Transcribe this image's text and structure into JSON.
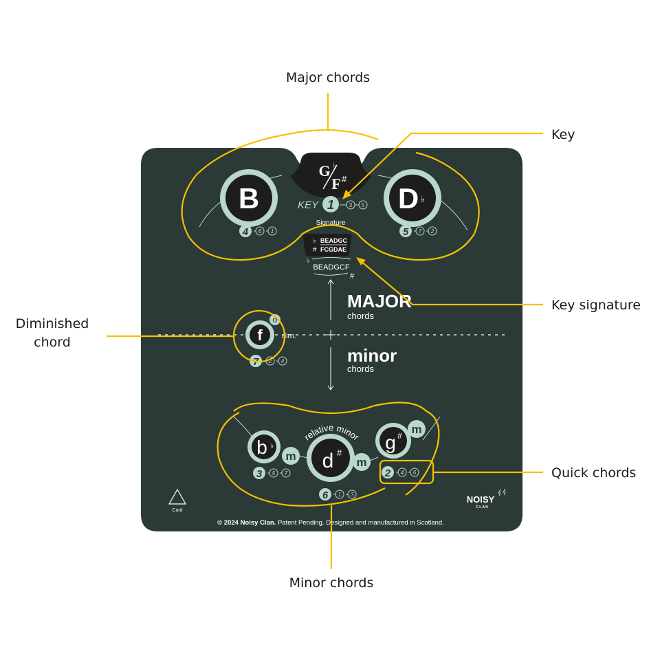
{
  "annotations": {
    "major_chords": "Major chords",
    "key": "Key",
    "key_signature": "Key signature",
    "diminished_line1": "Diminished",
    "diminished_line2": "chord",
    "quick_chords": "Quick chords",
    "minor_chords": "Minor chords"
  },
  "card": {
    "key_tab": {
      "top": "G",
      "top_acc": "♭",
      "bottom": "F",
      "bottom_acc": "#"
    },
    "major_left": {
      "note": "B",
      "acc": "",
      "degrees": [
        "4",
        "6",
        "1"
      ]
    },
    "major_right": {
      "note": "D",
      "acc": "♭",
      "degrees": [
        "5",
        "7",
        "2"
      ]
    },
    "key_label": "KEY",
    "key_degrees": [
      "1",
      "3",
      "5"
    ],
    "signature_label": "Signature",
    "key_signature": {
      "flat_symbol": "♭",
      "flat_notes": "BEADGC",
      "sharp_symbol": "#",
      "sharp_notes": "FCGDAE"
    },
    "order": {
      "flat_symbol": "♭",
      "notes": "BEADGCF",
      "sharp_symbol": "#"
    },
    "major_title": "MAJOR",
    "major_sub": "chords",
    "minor_title": "minor",
    "minor_sub": "chords",
    "diminished": {
      "note": "f",
      "symbol": "o",
      "label": "dim.",
      "degrees": [
        "7",
        "2",
        "4"
      ]
    },
    "relative_minor_label": "relative minor",
    "minor_left": {
      "note": "b",
      "acc": "♭",
      "m": "m",
      "degrees": [
        "3",
        "5",
        "7"
      ]
    },
    "minor_center": {
      "note": "d",
      "acc": "#",
      "m": "m",
      "degrees": [
        "6",
        "1",
        "3"
      ]
    },
    "minor_right": {
      "note": "g",
      "acc": "#",
      "m": "m",
      "degrees": [
        "2",
        "4",
        "6"
      ]
    },
    "recycle_label": "Card",
    "brand_top": "NOISY",
    "brand_bottom": "C L A N",
    "footer_bold": "© 2024 Noisy Clan.",
    "footer_rest": " Patent Pending. Designed and manufactured in Scotland."
  },
  "colors": {
    "card": "#2b3a36",
    "mint": "#b9d6cf",
    "black": "#1d1d1b",
    "highlight": "#f5c000"
  }
}
